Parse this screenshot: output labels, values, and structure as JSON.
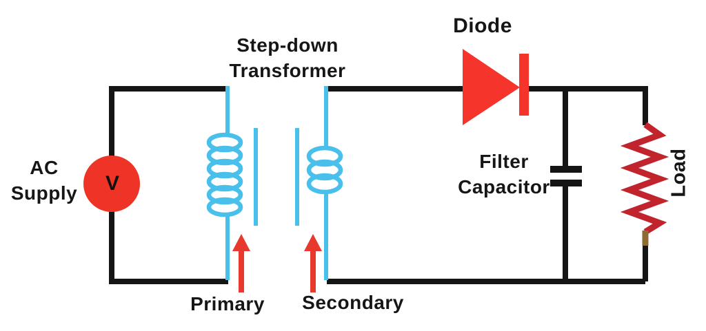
{
  "labels": {
    "transformer_line1": "Step-down",
    "transformer_line2": "Transformer",
    "diode": "Diode",
    "ac_supply_line1": "AC",
    "ac_supply_line2": "Supply",
    "voltmeter": "V",
    "filter_line1": "Filter",
    "filter_line2": "Capacitor",
    "primary": "Primary",
    "secondary": "Secondary",
    "load": "Load"
  },
  "colors": {
    "background": "#FFFFFF",
    "wire": "#151515",
    "coil_blue": "#49BFEC",
    "component_red": "#EE3426",
    "diode_red": "#F5352B",
    "arrow_red": "#E8392E",
    "load_red": "#C1242D",
    "load_lead_brown": "#8E6B33",
    "text": "#161616"
  }
}
